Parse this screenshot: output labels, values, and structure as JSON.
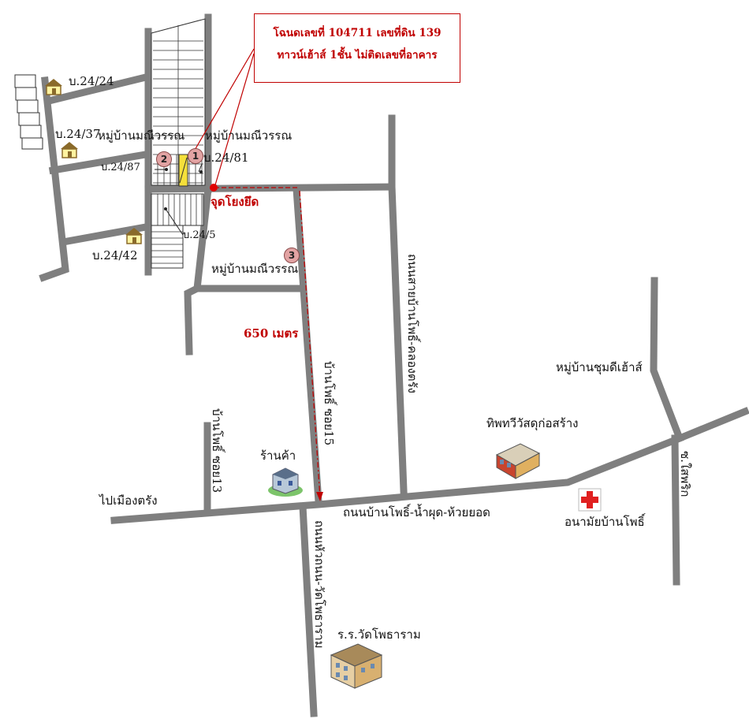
{
  "callout": {
    "line1": "โฉนดเลขที่ 104711 เลขที่ดิน 139",
    "line2": "ทาวน์เฮ้าส์ 1ชั้น ไม่ติดเลขที่อาคาร"
  },
  "labels": {
    "house_24_24": "บ.24/24",
    "house_24_37": "บ.24/37",
    "village_1": "หมู่บ้านมณีวรรณ",
    "village_2": "หมู่บ้านมณีวรรณ",
    "village_3": "หมู่บ้านมณีวรรณ",
    "house_24_87": "บ.24/87",
    "house_24_81": "บ.24/81",
    "tie_point": "จุดโยงยึด",
    "house_24_5": "บ.24/5",
    "house_24_42": "บ.24/42",
    "distance": "650 เมตร",
    "road_soi15": "บ้านโพธิ์ ซอย15",
    "road_khlong_tang": "ถนนสายบ้านโพธิ์-คลองตรัง",
    "road_soi13": "บ้านโพธิ์ ซอย13",
    "shop": "ร้านค้า",
    "to_trang": "ไปเมืองตรัง",
    "road_main": "ถนนบ้านโพธิ์-น้ำผุด-ห้วยยอด",
    "hardware": "ทิพทวีวัสดุก่อสร้าง",
    "village_chumdee": "หมู่บ้านชุมดีเฮ้าส์",
    "road_chaiphrik": "ซ.ใสพริก",
    "health_center": "อนามัยบ้านโพธิ์",
    "road_wat": "ถนนหัวถนน-วัดโพธาราม",
    "school": "ร.ร.วัดโพธาราม"
  },
  "markers": [
    "1",
    "2",
    "3"
  ],
  "colors": {
    "road": "#7f7f7f",
    "accent_red": "#c00000",
    "marker_fill": "#e2a3a3",
    "highlight_plot": "#f5e03a"
  },
  "icons": [
    "house-icon",
    "shop-building-icon",
    "hardware-store-icon",
    "health-cross-icon",
    "school-building-icon"
  ]
}
